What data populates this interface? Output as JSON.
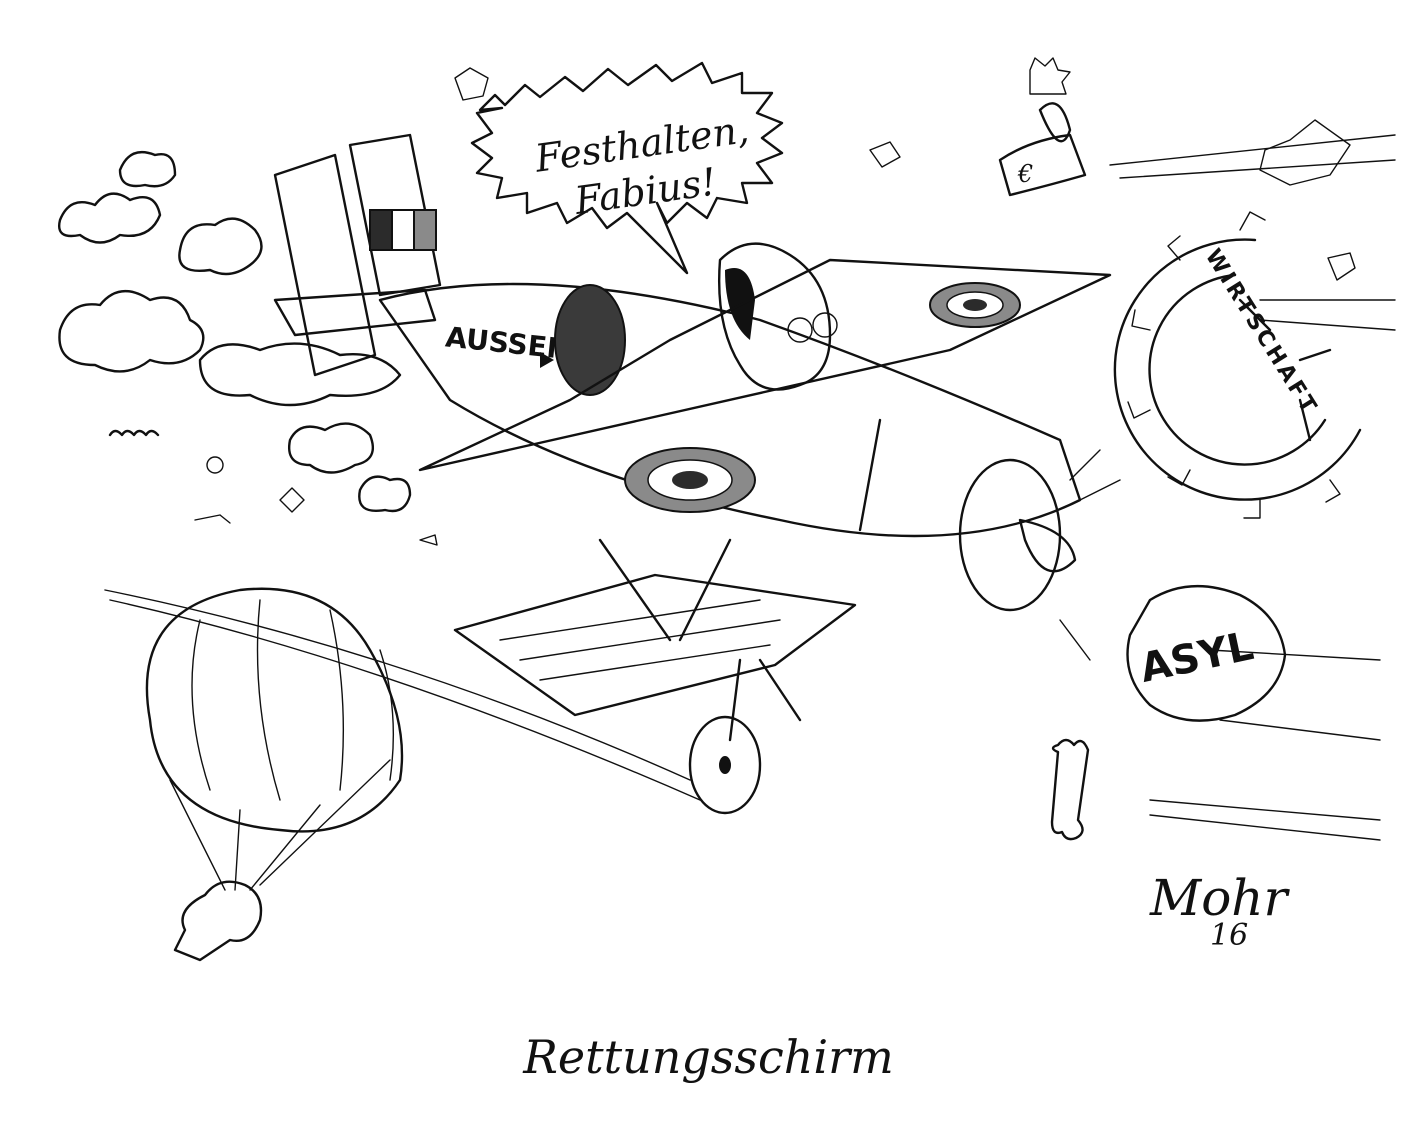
{
  "speech_bubble": {
    "line1": "Festhalten,",
    "line2": "Fabius!"
  },
  "plane": {
    "fuselage_label": "AUSSEN",
    "tail_flag_colors": [
      "#2b2b2b",
      "#ffffff",
      "#8a8a8a"
    ]
  },
  "objects": {
    "gear_label": "WIRTSCHAFT",
    "rock_label": "ASYL",
    "banknote_symbol": "€"
  },
  "signature": {
    "name": "Mohr",
    "year": "16"
  },
  "caption": "Rettungsschirm"
}
